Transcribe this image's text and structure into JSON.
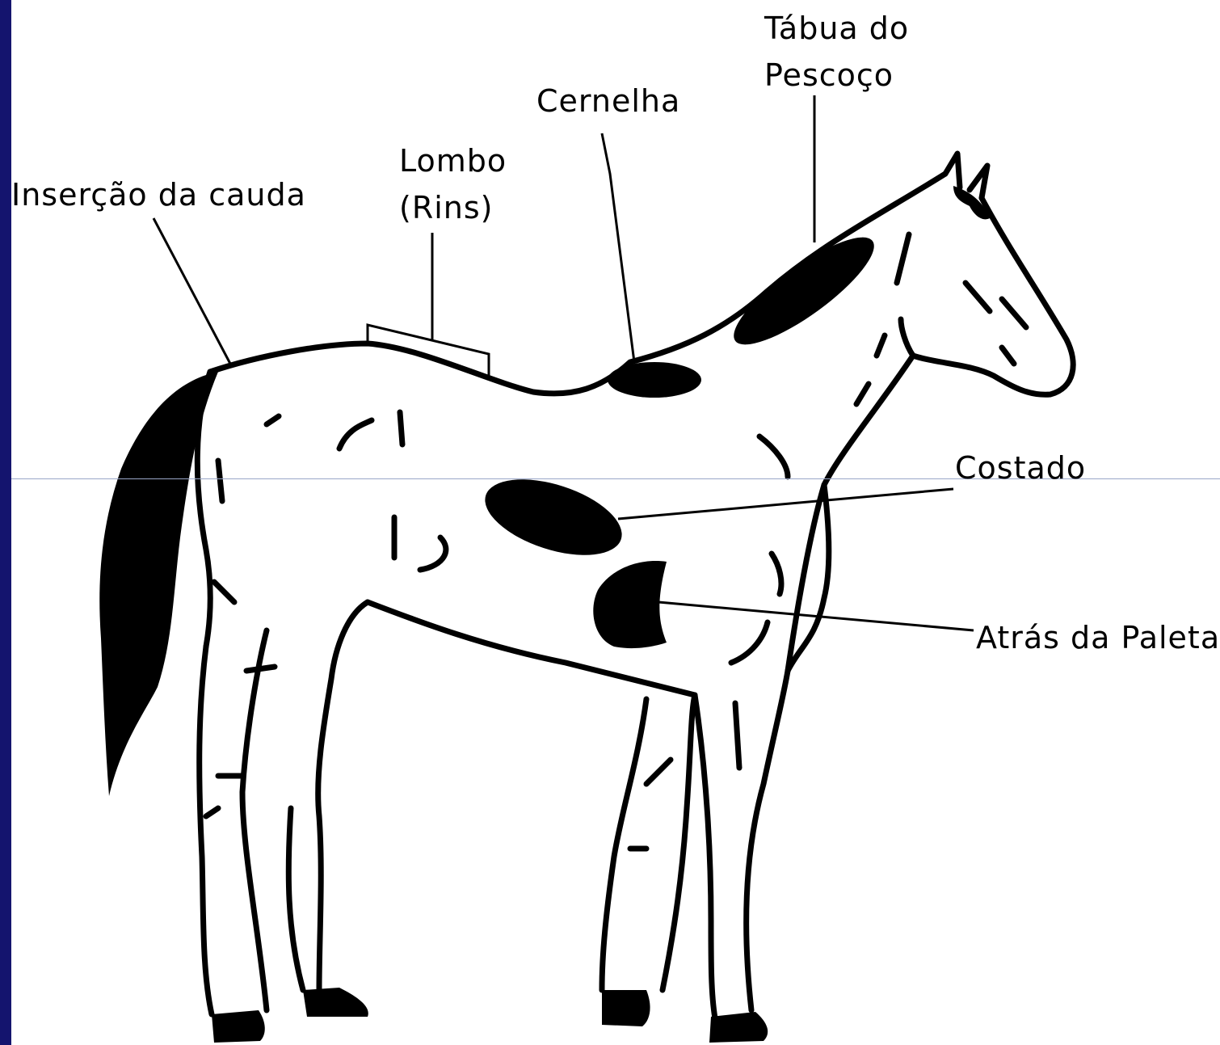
{
  "labels": {
    "tabua": [
      "Tábua do",
      "Pescoço"
    ],
    "cernelha": "Cernelha",
    "lombo": [
      "Lombo",
      "(Rins)"
    ],
    "insercao": "Inserção da cauda",
    "costado": "Costado",
    "atras": "Atrás da Paleta"
  },
  "colors": {
    "ink": "#000000",
    "background": "#ffffff",
    "left_band": "#14146e",
    "guide_line": "#9aa6c8"
  }
}
